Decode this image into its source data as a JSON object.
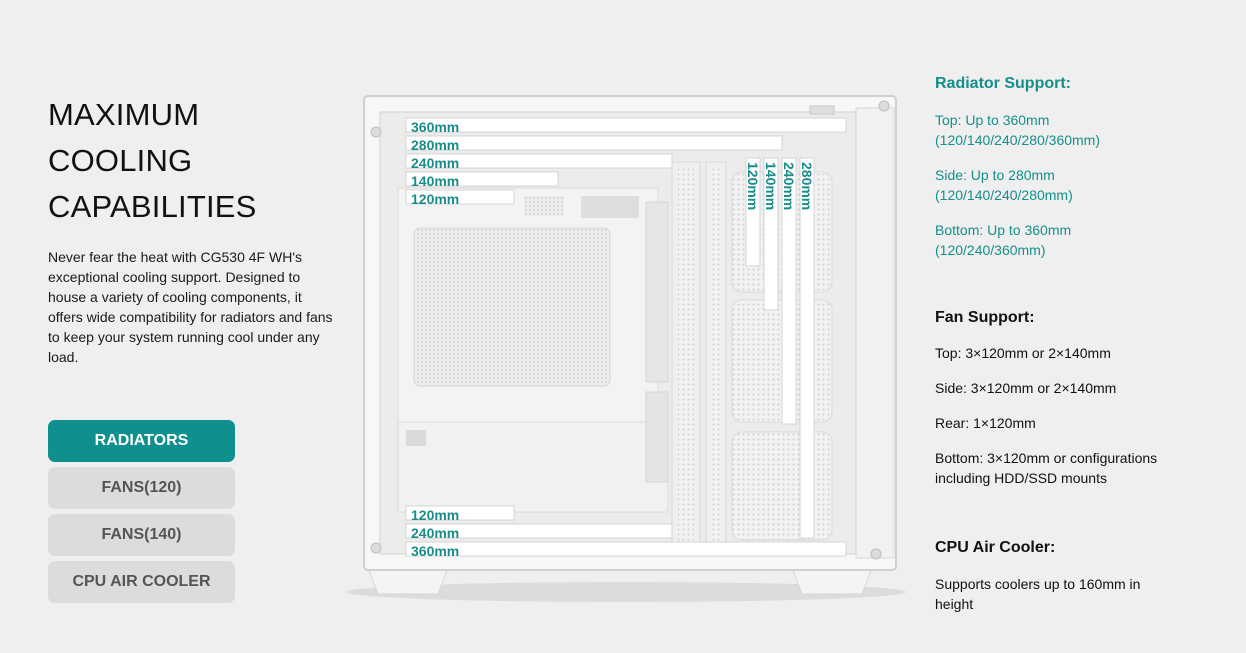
{
  "heading": {
    "line1": "MAXIMUM",
    "line2": "COOLING",
    "line3": "CAPABILITIES"
  },
  "intro": "Never fear the heat with CG530 4F WH's exceptional cooling support. Designed to house a variety of cooling components, it offers wide compatibility for radiators and fans to keep your system running cool under any load.",
  "tabs": [
    {
      "label": "RADIATORS",
      "active": true
    },
    {
      "label": "FANS(120)",
      "active": false
    },
    {
      "label": "FANS(140)",
      "active": false
    },
    {
      "label": "CPU AIR COOLER",
      "active": false
    }
  ],
  "diagram": {
    "top_labels": [
      "360mm",
      "280mm",
      "240mm",
      "140mm",
      "120mm"
    ],
    "side_labels": [
      "120mm",
      "140mm",
      "240mm",
      "280mm"
    ],
    "bottom_labels": [
      "120mm",
      "240mm",
      "360mm"
    ],
    "accent_color": "#1a8c8a"
  },
  "specs": {
    "radiator": {
      "title": "Radiator Support:",
      "top_1": "Top: Up to 360mm",
      "top_2": "(120/140/240/280/360mm)",
      "side_1": "Side: Up to 280mm",
      "side_2": "(120/140/240/280mm)",
      "bottom_1": "Bottom: Up to 360mm",
      "bottom_2": "(120/240/360mm)"
    },
    "fan": {
      "title": "Fan Support:",
      "top": "Top: 3×120mm or 2×140mm",
      "side": "Side: 3×120mm or 2×140mm",
      "rear": "Rear: 1×120mm",
      "bottom_1": "Bottom: 3×120mm or configurations",
      "bottom_2": "including HDD/SSD mounts"
    },
    "cpu": {
      "title": "CPU Air Cooler:",
      "line1": "Supports coolers up to 160mm in",
      "line2": "height"
    }
  }
}
